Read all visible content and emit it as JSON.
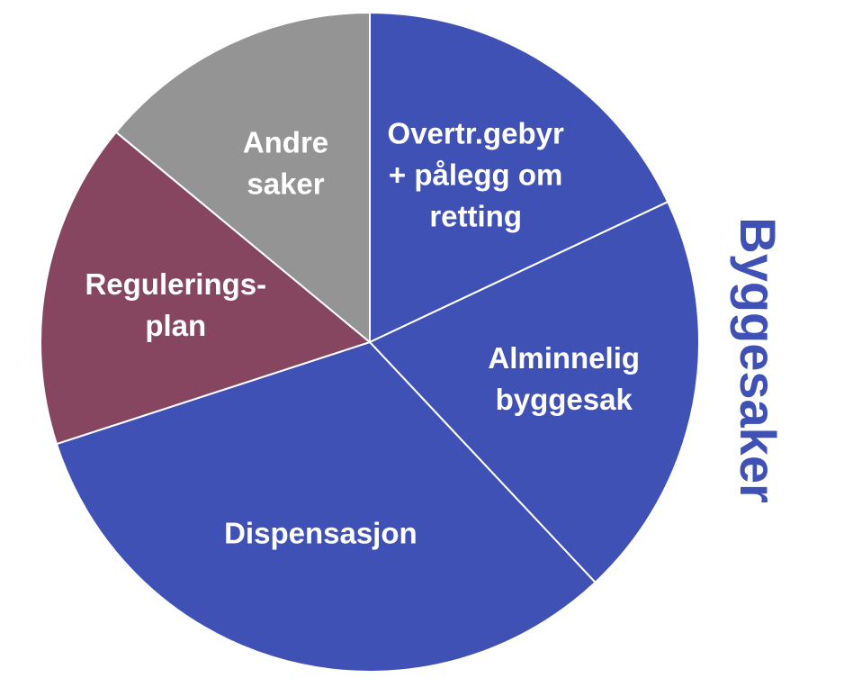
{
  "chart_data": {
    "type": "pie",
    "start": "top",
    "direction": "clockwise",
    "slices": [
      {
        "label_lines": [
          "Overtr.gebyr",
          "+ pålegg om",
          "retting"
        ],
        "value": 18,
        "color": "#3F51B5"
      },
      {
        "label_lines": [
          "Alminnelig",
          "byggesak"
        ],
        "value": 20,
        "color": "#3F51B5"
      },
      {
        "label_lines": [
          "Dispensasjon"
        ],
        "value": 32,
        "color": "#3F51B5"
      },
      {
        "label_lines": [
          "Regulerings-",
          "plan"
        ],
        "value": 16,
        "color": "#87465F"
      },
      {
        "label_lines": [
          "Andre",
          "saker"
        ],
        "value": 14,
        "color": "#949494"
      }
    ],
    "slice_border_color": "#ffffff",
    "label_color": "#ffffff",
    "group_label": {
      "text": "Byggesaker",
      "color": "#3F51B5",
      "applies_to": [
        "Overtr.gebyr",
        "Alminnelig",
        "Dispensasjon"
      ]
    }
  }
}
